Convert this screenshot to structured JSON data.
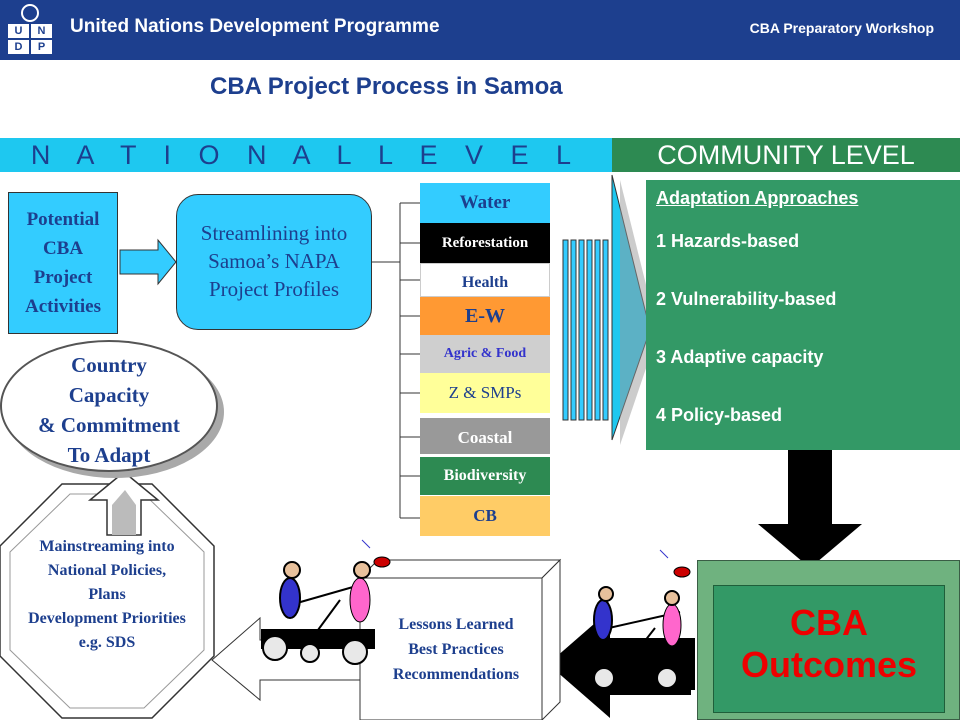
{
  "header": {
    "org_name": "United Nations Development Programme",
    "workshop": "CBA Preparatory Workshop",
    "logo_letters": [
      "U",
      "N",
      "D",
      "P"
    ],
    "bg_color": "#1d3f8e"
  },
  "title": "CBA  Project Process in Samoa",
  "levels": {
    "national": "N A T I O N A L     L E V E L",
    "community": "COMMUNITY LEVEL"
  },
  "potential_box": {
    "lines": [
      "Potential",
      "CBA",
      "Project",
      "Activities"
    ]
  },
  "streamline_box": {
    "lines": [
      "Streamlining into",
      "Samoa’s NAPA",
      "Project Profiles"
    ]
  },
  "country_oval": {
    "lines": [
      "Country",
      "Capacity",
      "& Commitment",
      "To Adapt"
    ]
  },
  "sectors": [
    "Water",
    "Reforestation",
    "Health",
    "E-W",
    "Agric & Food",
    "Z & SMPs",
    "Coastal",
    "Biodiversity",
    "CB"
  ],
  "adaptation": {
    "title": "Adaptation Approaches",
    "items": [
      "1 Hazards-based",
      "2  Vulnerability-based",
      "3  Adaptive capacity",
      "4  Policy-based"
    ]
  },
  "outcomes": {
    "line1": "CBA",
    "line2": "Outcomes",
    "text_color": "#ee0000"
  },
  "lessons": {
    "lines": [
      "Lessons Learned",
      "Best Practices",
      "Recommendations"
    ]
  },
  "mainstreaming": {
    "lines": [
      "Mainstreaming into",
      "National Policies,",
      "Plans",
      "Development Priorities",
      "e.g. SDS"
    ]
  },
  "icons": [
    "handcar-cartoon-icon",
    "handcar-cartoon-icon",
    "bird-icon",
    "bird-icon"
  ]
}
